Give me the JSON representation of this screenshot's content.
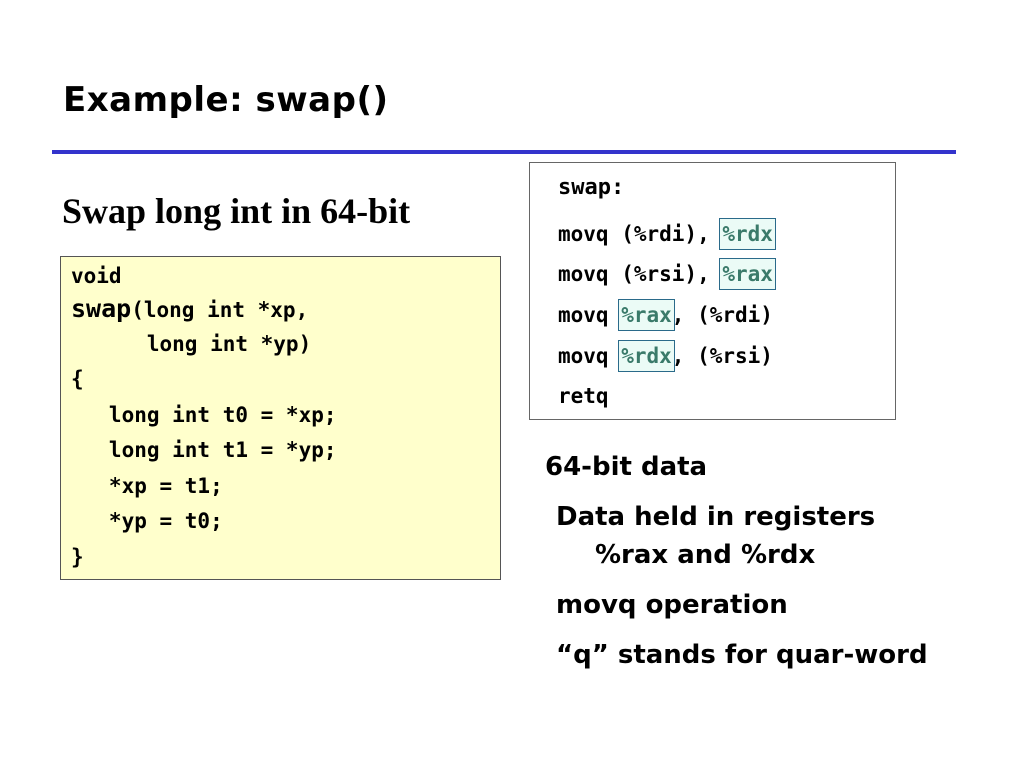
{
  "slide": {
    "title": "Example: swap()",
    "subtitle": "Swap long int in 64-bit"
  },
  "c_code": {
    "line1": "void",
    "fn_name": "swap",
    "line2_rest": "(long int *xp,",
    "line3": "      long int *yp)",
    "line4": "{",
    "line5": "   long int t0 = *xp;",
    "line6": "   long int t1 = *yp;",
    "line7": "   *xp = t1;",
    "line8": "   *yp = t0;",
    "line9": "}"
  },
  "asm": {
    "label": "swap",
    "colon": ":",
    "lines": [
      {
        "pre": "movq (%rdi), ",
        "reg": "%rdx",
        "post": ""
      },
      {
        "pre": "movq (%rsi), ",
        "reg": "%rax",
        "post": ""
      },
      {
        "pre": "movq ",
        "reg": "%rax",
        "post": ", (%rdi)"
      },
      {
        "pre": "movq ",
        "reg": "%rdx",
        "post": ", (%rsi)"
      }
    ],
    "ret": "retq"
  },
  "notes": {
    "heading": "64-bit data",
    "item1": "Data held in registers",
    "item1_cont": "%rax and %rdx",
    "item2": "movq operation",
    "item3": "“q” stands for quar-word"
  }
}
